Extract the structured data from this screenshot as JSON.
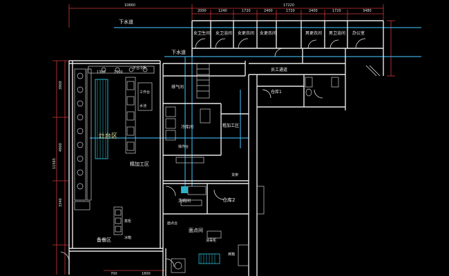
{
  "colors": {
    "background": "#000000",
    "wall": "#e8e8e8",
    "dimension": "#d23a3a",
    "pipe": "#3aa6d8",
    "equipment": "#cfcfcf",
    "hatch": "#2bb2c8"
  },
  "top_dims": {
    "total_left": "10660",
    "total_right": "17220",
    "segments": [
      "2000",
      "1240",
      "1720",
      "2400",
      "1720",
      "2400",
      "1720",
      "3480"
    ]
  },
  "left_dims": {
    "d1": "3900",
    "d2": "4900",
    "d3": "11565",
    "d4": "3340"
  },
  "bottom_dims": {
    "b1": "700",
    "b2": "1800"
  },
  "labels": {
    "drain_1": "下水道",
    "drain_2": "下水道",
    "women_toilet": "女卫生间",
    "women_shower": "女卫浴间",
    "women_locker": "女更衣间",
    "men_locker": "男更衣间",
    "men_shower": "男卫浴间",
    "office": "办公室",
    "corridor": "员工通道",
    "storage_1": "仓库1",
    "storage_2": "仓库2",
    "fine_processing": "精加工区",
    "rough_processing": "粗加工区",
    "cold_room": "冷库间",
    "exhaust": "排气间",
    "stove_area": "灶台区",
    "dishwash": "洗碗间",
    "pastry": "面点间",
    "serving": "备餐区"
  },
  "small_text": {
    "t1": "1300",
    "t2": "1500",
    "t3": "平台冷柜",
    "t4": "工作台",
    "t5": "水池",
    "t6": "操作台",
    "t7": "货架",
    "t8": "消毒柜",
    "t9": "面点台",
    "t10": "蒸柜",
    "t11": "冰箱",
    "t12": "烤箱"
  }
}
